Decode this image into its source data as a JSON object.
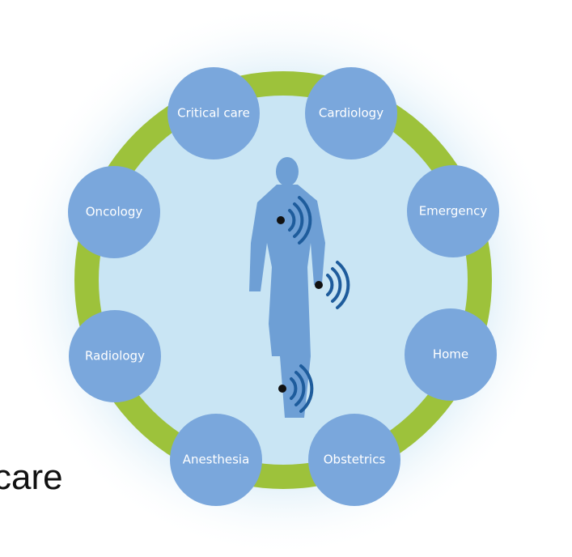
{
  "colors": {
    "ring": "#9dc23b",
    "node": "#7aa7dc",
    "inner": "#c9e5f4",
    "figure": "#6e9fd5",
    "waves": "#1e5c9c",
    "glow": "#dceef8"
  },
  "icons": [
    "patient-figure-icon",
    "wireless-signal-icon"
  ],
  "departments": [
    "Critical care",
    "Cardiology",
    "Emergency",
    "Home",
    "Obstetrics",
    "Anesthesia",
    "Radiology",
    "Oncology"
  ],
  "caption": "care"
}
